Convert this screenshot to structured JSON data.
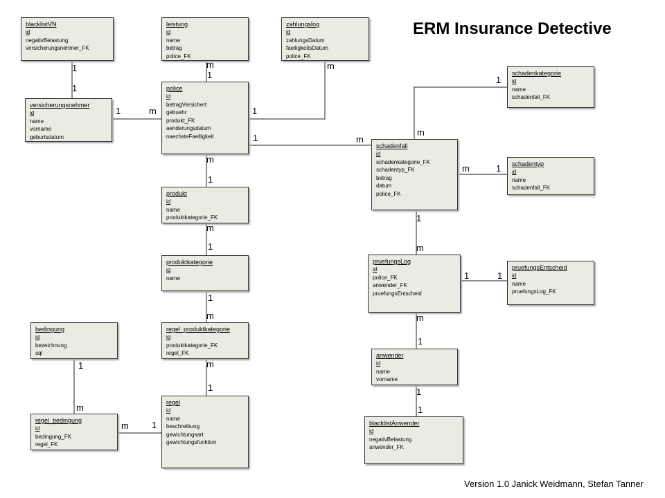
{
  "title": "ERM Insurance Detective",
  "version_text": "Version 1.0 Janick Weidmann, Stefan Tanner",
  "entities": {
    "blacklistVN": {
      "name": "blacklistVN",
      "attrs": [
        "id",
        "negativBelastung",
        "versicherungsnehmer_FK"
      ]
    },
    "leistung": {
      "name": "leistung",
      "attrs": [
        "id",
        "name",
        "betrag",
        "police_FK"
      ]
    },
    "zahlungslog": {
      "name": "zahlungslog",
      "attrs": [
        "id",
        "zahlungsDatum",
        "faelligkeitsDatum",
        "police_FK"
      ]
    },
    "versicherungsnehmer": {
      "name": "versicherungsnehmer",
      "attrs": [
        "id",
        "name",
        "vorname",
        "geburtsdatum"
      ]
    },
    "police": {
      "name": "police",
      "attrs": [
        "id",
        "betragVersichert",
        "gebuehr",
        "produkt_FK",
        "aenderungsdatum",
        "naechsteFaelligkeit"
      ]
    },
    "schadenkategorie": {
      "name": "schadenkategorie",
      "attrs": [
        "id",
        "name",
        "schadenfall_FK"
      ]
    },
    "schadenfall": {
      "name": "schadenfall",
      "attrs": [
        "id",
        "schadenkategorie_FK",
        "schadentyp_FK",
        "betrag",
        "datum",
        "police_FK"
      ]
    },
    "schadentyp": {
      "name": "schadentyp",
      "attrs": [
        "id",
        "name",
        "schadenfall_FK"
      ]
    },
    "produkt": {
      "name": "produkt",
      "attrs": [
        "id",
        "name",
        "produktkategorie_FK"
      ]
    },
    "produktkategorie": {
      "name": "produktkategorie",
      "attrs": [
        "id",
        "name"
      ]
    },
    "pruefungsLog": {
      "name": "pruefungsLog",
      "attrs": [
        "id",
        "police_FK",
        "anwender_FK",
        "pruefungsEntscheid"
      ]
    },
    "pruefungsEntscheid": {
      "name": "pruefungsEntscheid",
      "attrs": [
        "id",
        "name",
        "pruefungsLog_FK"
      ]
    },
    "bedingung": {
      "name": "bedingung",
      "attrs": [
        "id",
        "bezeichnung",
        "sql"
      ]
    },
    "regel_produktkategorie": {
      "name": "regel_produktkategorie",
      "attrs": [
        "id",
        "produktkategorie_FK",
        "regel_FK"
      ]
    },
    "anwender": {
      "name": "anwender",
      "attrs": [
        "id",
        "name",
        "vorname"
      ]
    },
    "regel_bedingung": {
      "name": "regel_bedingung",
      "attrs": [
        "id",
        "bedingung_FK",
        "regel_FK"
      ]
    },
    "regel": {
      "name": "regel",
      "attrs": [
        "id",
        "name",
        "beschreibung",
        "gewichtungsart",
        "gewichtungsfunktion"
      ]
    },
    "blacklistAnwender": {
      "name": "blacklistAnwender",
      "attrs": [
        "id",
        "negativBelastung",
        "anwender_FK"
      ]
    }
  },
  "relationships": [
    {
      "from": "blacklistVN",
      "to": "versicherungsnehmer",
      "from_card": "1",
      "to_card": "1"
    },
    {
      "from": "versicherungsnehmer",
      "to": "police",
      "from_card": "1",
      "to_card": "m"
    },
    {
      "from": "leistung",
      "to": "police",
      "from_card": "m",
      "to_card": "1"
    },
    {
      "from": "police",
      "to": "zahlungslog",
      "from_card": "1",
      "to_card": "m"
    },
    {
      "from": "police",
      "to": "schadenfall",
      "from_card": "1",
      "to_card": "m"
    },
    {
      "from": "schadenkategorie",
      "to": "schadenfall",
      "from_card": "1",
      "to_card": "m"
    },
    {
      "from": "schadenfall",
      "to": "schadentyp",
      "from_card": "m",
      "to_card": "1"
    },
    {
      "from": "police",
      "to": "produkt",
      "from_card": "m",
      "to_card": "1"
    },
    {
      "from": "produkt",
      "to": "produktkategorie",
      "from_card": "m",
      "to_card": "1"
    },
    {
      "from": "schadenfall",
      "to": "pruefungsLog",
      "from_card": "1",
      "to_card": "m"
    },
    {
      "from": "pruefungsLog",
      "to": "pruefungsEntscheid",
      "from_card": "1",
      "to_card": "1"
    },
    {
      "from": "produktkategorie",
      "to": "regel_produktkategorie",
      "from_card": "1",
      "to_card": "m"
    },
    {
      "from": "regel_produktkategorie",
      "to": "regel",
      "from_card": "m",
      "to_card": "1"
    },
    {
      "from": "pruefungsLog",
      "to": "anwender",
      "from_card": "m",
      "to_card": "1"
    },
    {
      "from": "bedingung",
      "to": "regel_bedingung",
      "from_card": "1",
      "to_card": "m"
    },
    {
      "from": "regel_bedingung",
      "to": "regel",
      "from_card": "m",
      "to_card": "1"
    },
    {
      "from": "anwender",
      "to": "blacklistAnwender",
      "from_card": "1",
      "to_card": "1"
    }
  ]
}
